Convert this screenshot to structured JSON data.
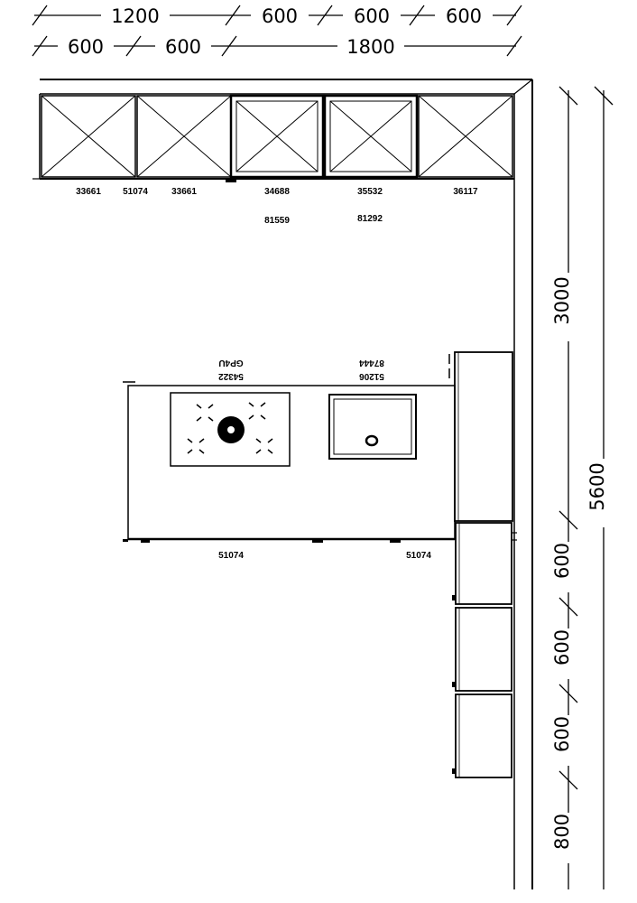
{
  "dimensions": {
    "top_row_1": [
      "1200",
      "600",
      "600",
      "600"
    ],
    "top_row_2": [
      "600",
      "600",
      "1800"
    ],
    "right_inner": [
      "3000",
      "600",
      "600",
      "600",
      "800"
    ],
    "right_outer": [
      "5600"
    ]
  },
  "wall_cabinets": {
    "codes": [
      "33661",
      "51074",
      "33661",
      "34688",
      "35532",
      "36117"
    ],
    "codes_row2": [
      "81559",
      "81292"
    ]
  },
  "island": {
    "hob_codes": [
      "GP4U",
      "54322"
    ],
    "sink_codes": [
      "87444",
      "51206"
    ],
    "bottom_codes": [
      "51074",
      "51074"
    ]
  },
  "colors": {
    "line": "#000000",
    "background": "#ffffff"
  }
}
